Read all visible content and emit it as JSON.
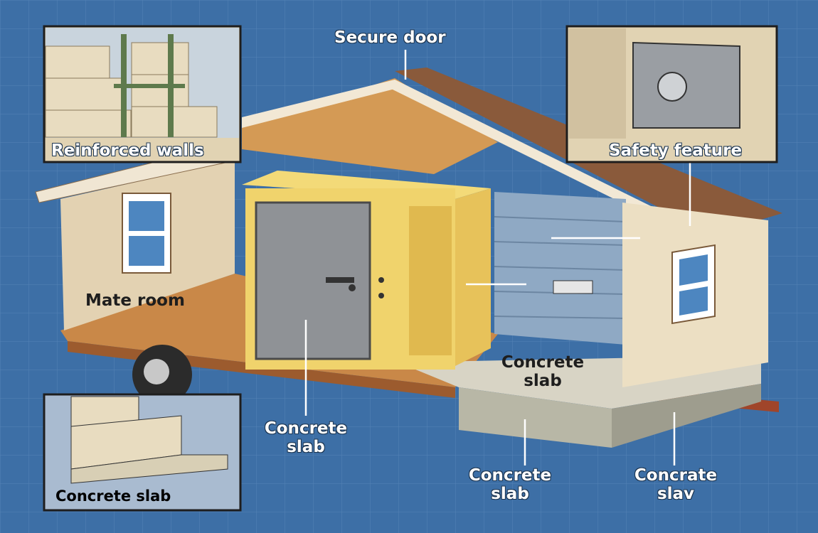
{
  "labels": {
    "secure_door": "Secure door",
    "reinforced_walls": "Reinforced walls",
    "safety_feature": "Safety feature",
    "mate_room": "Mate room",
    "concrete_slab_right": "Concrete slab",
    "concrete_slab_center": "Concrete slab",
    "concrete_slab_bottom": "Concrete slab",
    "concrate_slav": "Concrate slav",
    "inset_concrete_slab": "Concrete slab"
  },
  "colors": {
    "background": "#3d6fa6",
    "wood": "#d9a15c",
    "door": "#8f9296",
    "brick": "#8fa9c4",
    "roof": "#8a5a3b"
  }
}
